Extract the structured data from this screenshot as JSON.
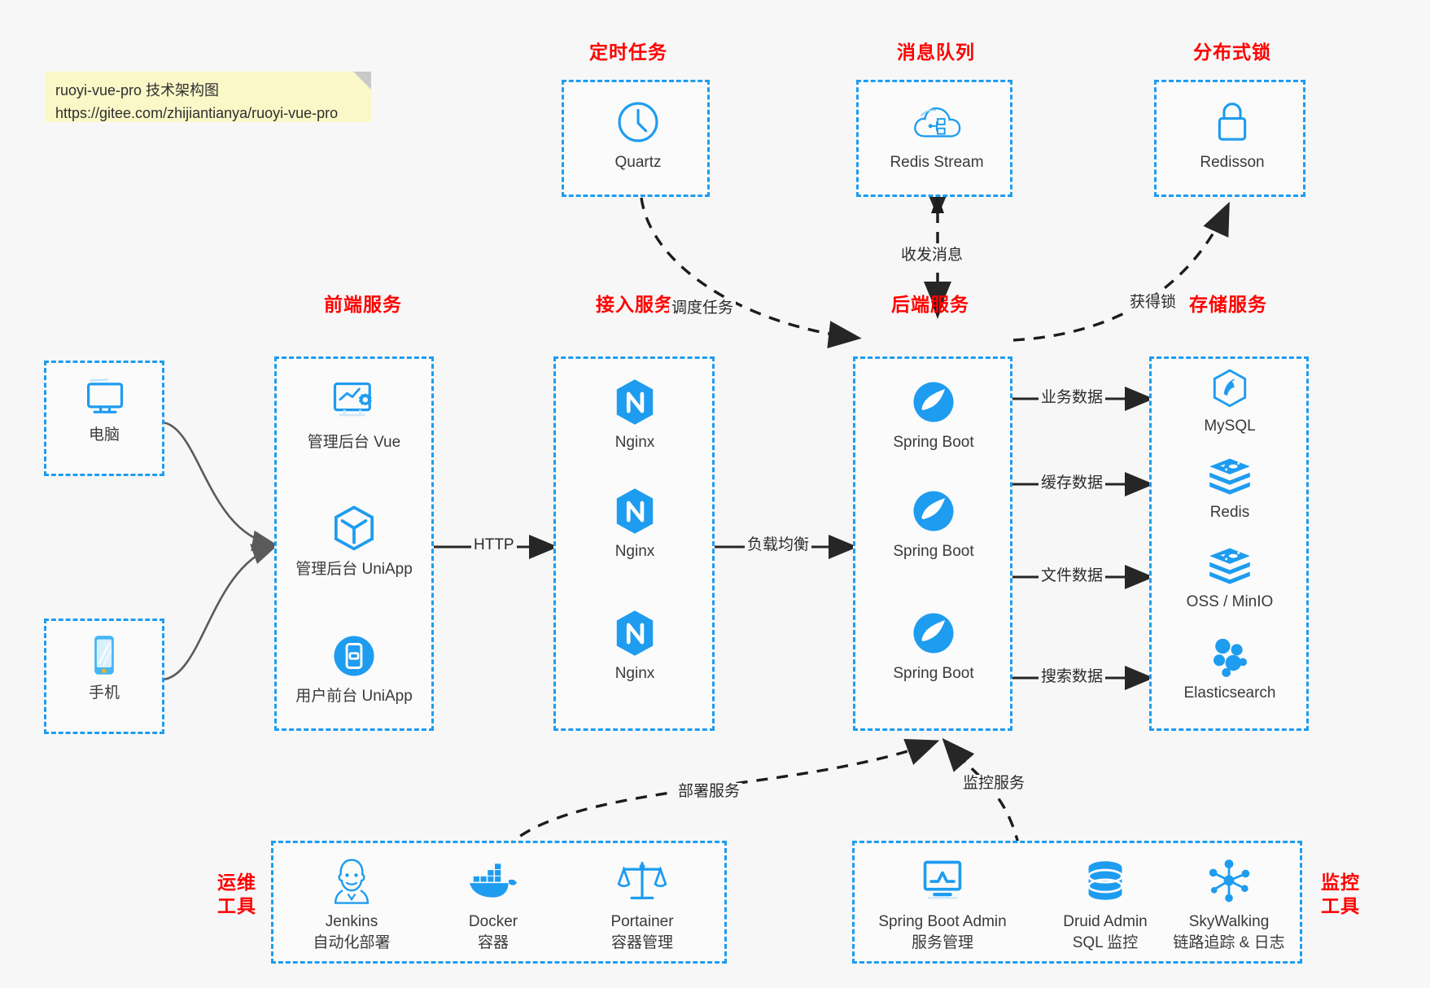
{
  "note": {
    "line1": "ruoyi-vue-pro 技术架构图",
    "line2": "https://gitee.com/zhijiantianya/ruoyi-vue-pro"
  },
  "groups": {
    "scheduler": {
      "title": "定时任务"
    },
    "mq": {
      "title": "消息队列"
    },
    "lock": {
      "title": "分布式锁"
    },
    "frontend": {
      "title": "前端服务"
    },
    "gateway": {
      "title": "接入服务"
    },
    "backend": {
      "title": "后端服务"
    },
    "storage": {
      "title": "存储服务"
    },
    "devops": {
      "title": "运维\n工具",
      "title_l1": "运维",
      "title_l2": "工具"
    },
    "monitor": {
      "title": "监控\n工具",
      "title_l1": "监控",
      "title_l2": "工具"
    }
  },
  "nodes": {
    "quartz": {
      "label": "Quartz",
      "icon": "clock-icon"
    },
    "redis_stream": {
      "label": "Redis Stream",
      "icon": "cloud-stream-icon"
    },
    "redisson": {
      "label": "Redisson",
      "icon": "lock-icon"
    },
    "pc": {
      "label": "电脑",
      "icon": "desktop-icon"
    },
    "phone": {
      "label": "手机",
      "icon": "mobile-icon"
    },
    "admin_vue": {
      "label": "管理后台 Vue",
      "icon": "dashboard-icon"
    },
    "admin_uniapp": {
      "label": "管理后台 UniApp",
      "icon": "cube-icon"
    },
    "user_uniapp": {
      "label": "用户前台 UniApp",
      "icon": "app-icon"
    },
    "nginx1": {
      "label": "Nginx",
      "icon": "nginx-icon"
    },
    "nginx2": {
      "label": "Nginx",
      "icon": "nginx-icon"
    },
    "nginx3": {
      "label": "Nginx",
      "icon": "nginx-icon"
    },
    "springboot1": {
      "label": "Spring Boot",
      "icon": "spring-icon"
    },
    "springboot2": {
      "label": "Spring Boot",
      "icon": "spring-icon"
    },
    "springboot3": {
      "label": "Spring Boot",
      "icon": "spring-icon"
    },
    "mysql": {
      "label": "MySQL",
      "icon": "mysql-icon"
    },
    "redis": {
      "label": "Redis",
      "icon": "redis-icon"
    },
    "oss": {
      "label": "OSS / MinIO",
      "icon": "redis-icon"
    },
    "elasticsearch": {
      "label": "Elasticsearch",
      "icon": "elasticsearch-icon"
    },
    "jenkins": {
      "label": "Jenkins",
      "sub": "自动化部署",
      "icon": "jenkins-icon"
    },
    "docker": {
      "label": "Docker",
      "sub": "容器",
      "icon": "docker-icon"
    },
    "portainer": {
      "label": "Portainer",
      "sub": "容器管理",
      "icon": "scales-icon"
    },
    "sba": {
      "label": "Spring Boot Admin",
      "sub": "服务管理",
      "icon": "monitor-chart-icon"
    },
    "druid": {
      "label": "Druid Admin",
      "sub": "SQL 监控",
      "icon": "database-icon"
    },
    "skywalking": {
      "label": "SkyWalking",
      "sub": "链路追踪 & 日志",
      "icon": "network-icon"
    }
  },
  "edges": {
    "http": "HTTP",
    "load_balance": "负载均衡",
    "schedule_task": "调度任务",
    "send_receive_message": "收发消息",
    "acquire_lock": "获得锁",
    "business_data": "业务数据",
    "cache_data": "缓存数据",
    "file_data": "文件数据",
    "search_data": "搜索数据",
    "deploy_service": "部署服务",
    "monitor_service": "监控服务"
  },
  "colors": {
    "accent": "#1e9cf0",
    "title": "#ff0000",
    "edge": "#262626",
    "device_edge": "#5a5a5a",
    "background": "#f7f7f7",
    "note": "#fbf8c8"
  }
}
